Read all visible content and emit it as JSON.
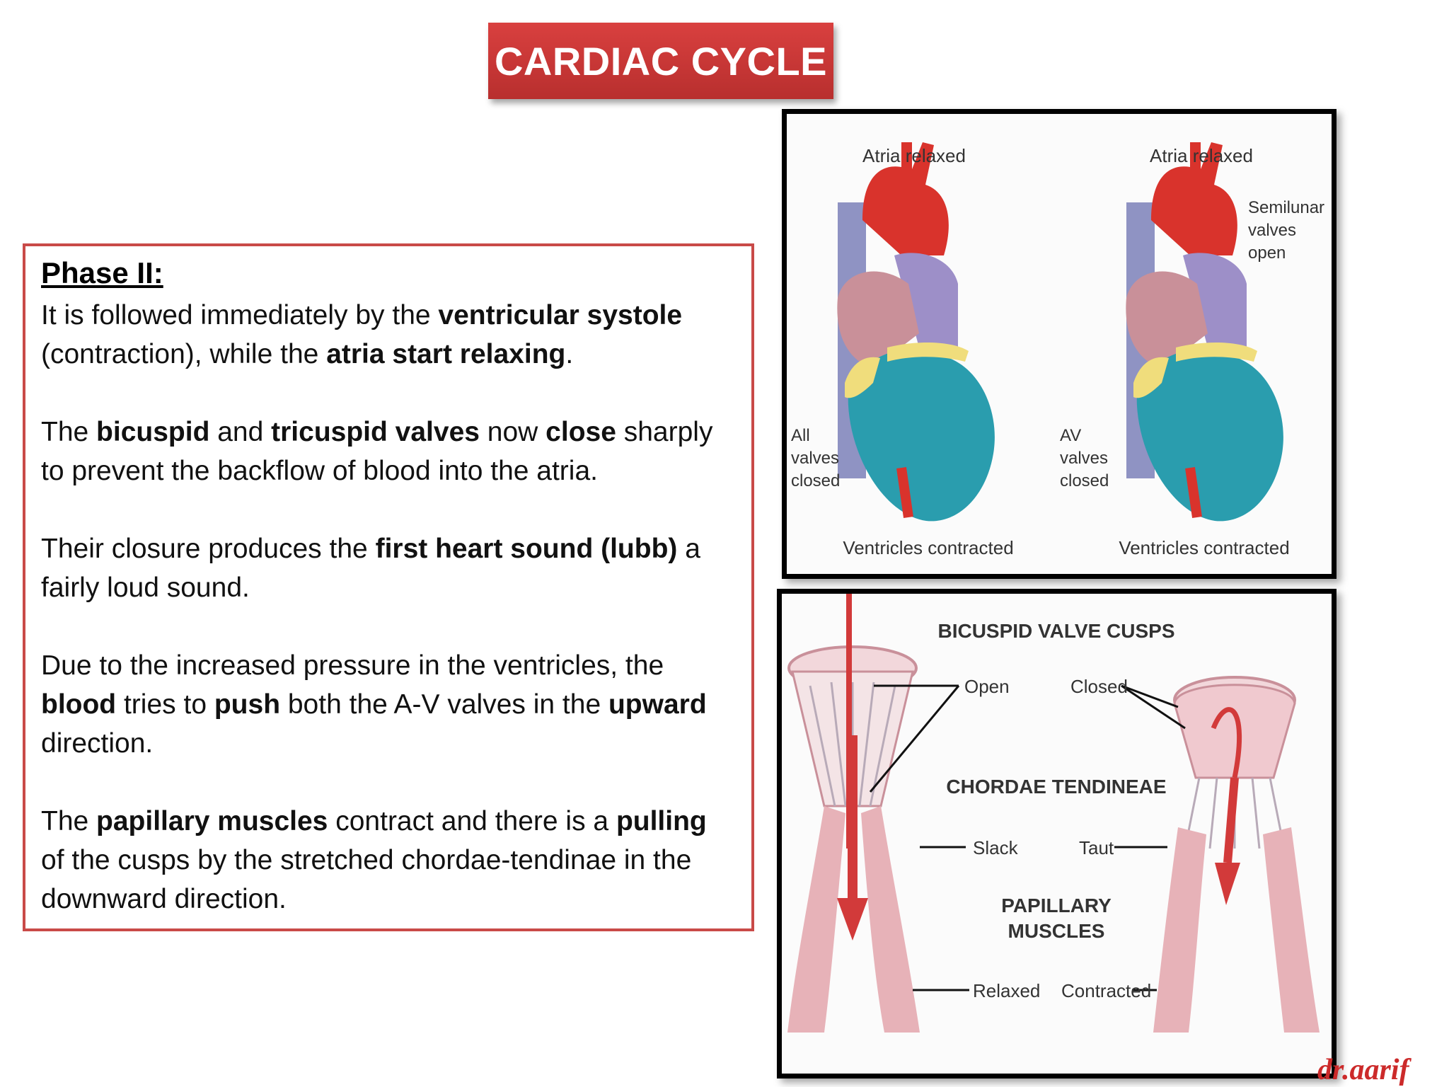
{
  "title": "CARDIAC CYCLE",
  "text_box": {
    "heading": "Phase II:",
    "p1": {
      "a": "It is followed immediately by the ",
      "b1": "ventricular systole",
      "c": " (contraction), while the ",
      "b2": "atria start relaxing",
      "d": "."
    },
    "p2": {
      "a": "The ",
      "b1": "bicuspid",
      "c": " and ",
      "b2": "tricuspid valves",
      "d": " now ",
      "b3": "close",
      "e": " sharply to prevent the backflow of blood into the atria."
    },
    "p3": {
      "a": "Their closure produces the ",
      "b1": "first heart sound (lubb)",
      "c": " a fairly loud sound."
    },
    "p4": {
      "a": "Due to the increased pressure in the ventricles, the ",
      "b1": "blood",
      "c": " tries to ",
      "b2": "push",
      "d": " both the A-V valves in the ",
      "b3": "upward",
      "e": " direction."
    },
    "p5": {
      "a": "The ",
      "b1": "papillary muscles",
      "c": " contract and there is a ",
      "b2": "pulling",
      "d": " of the cusps by the stretched chordae-tendinae in the downward direction."
    }
  },
  "figure_top": {
    "left": {
      "top_label": "Atria relaxed",
      "side_label": [
        "All",
        "valves",
        "closed"
      ],
      "bottom_label": "Ventricles contracted"
    },
    "right": {
      "top_label": "Atria relaxed",
      "side_label": [
        "AV",
        "valves",
        "closed"
      ],
      "semilunar_label": [
        "Semilunar",
        "valves",
        "open"
      ],
      "bottom_label": "Ventricles contracted"
    }
  },
  "figure_bottom": {
    "heading": "BICUSPID VALVE CUSPS",
    "open": "Open",
    "closed": "Closed",
    "chordae": "CHORDAE TENDINEAE",
    "slack": "Slack",
    "taut": "Taut",
    "papillary": [
      "PAPILLARY",
      "MUSCLES"
    ],
    "relaxed": "Relaxed",
    "contracted": "Contracted"
  },
  "signature": "dr.aarif",
  "colors": {
    "banner": "#c93533",
    "box_border": "#c94a48",
    "signature": "#cc2a2a"
  }
}
